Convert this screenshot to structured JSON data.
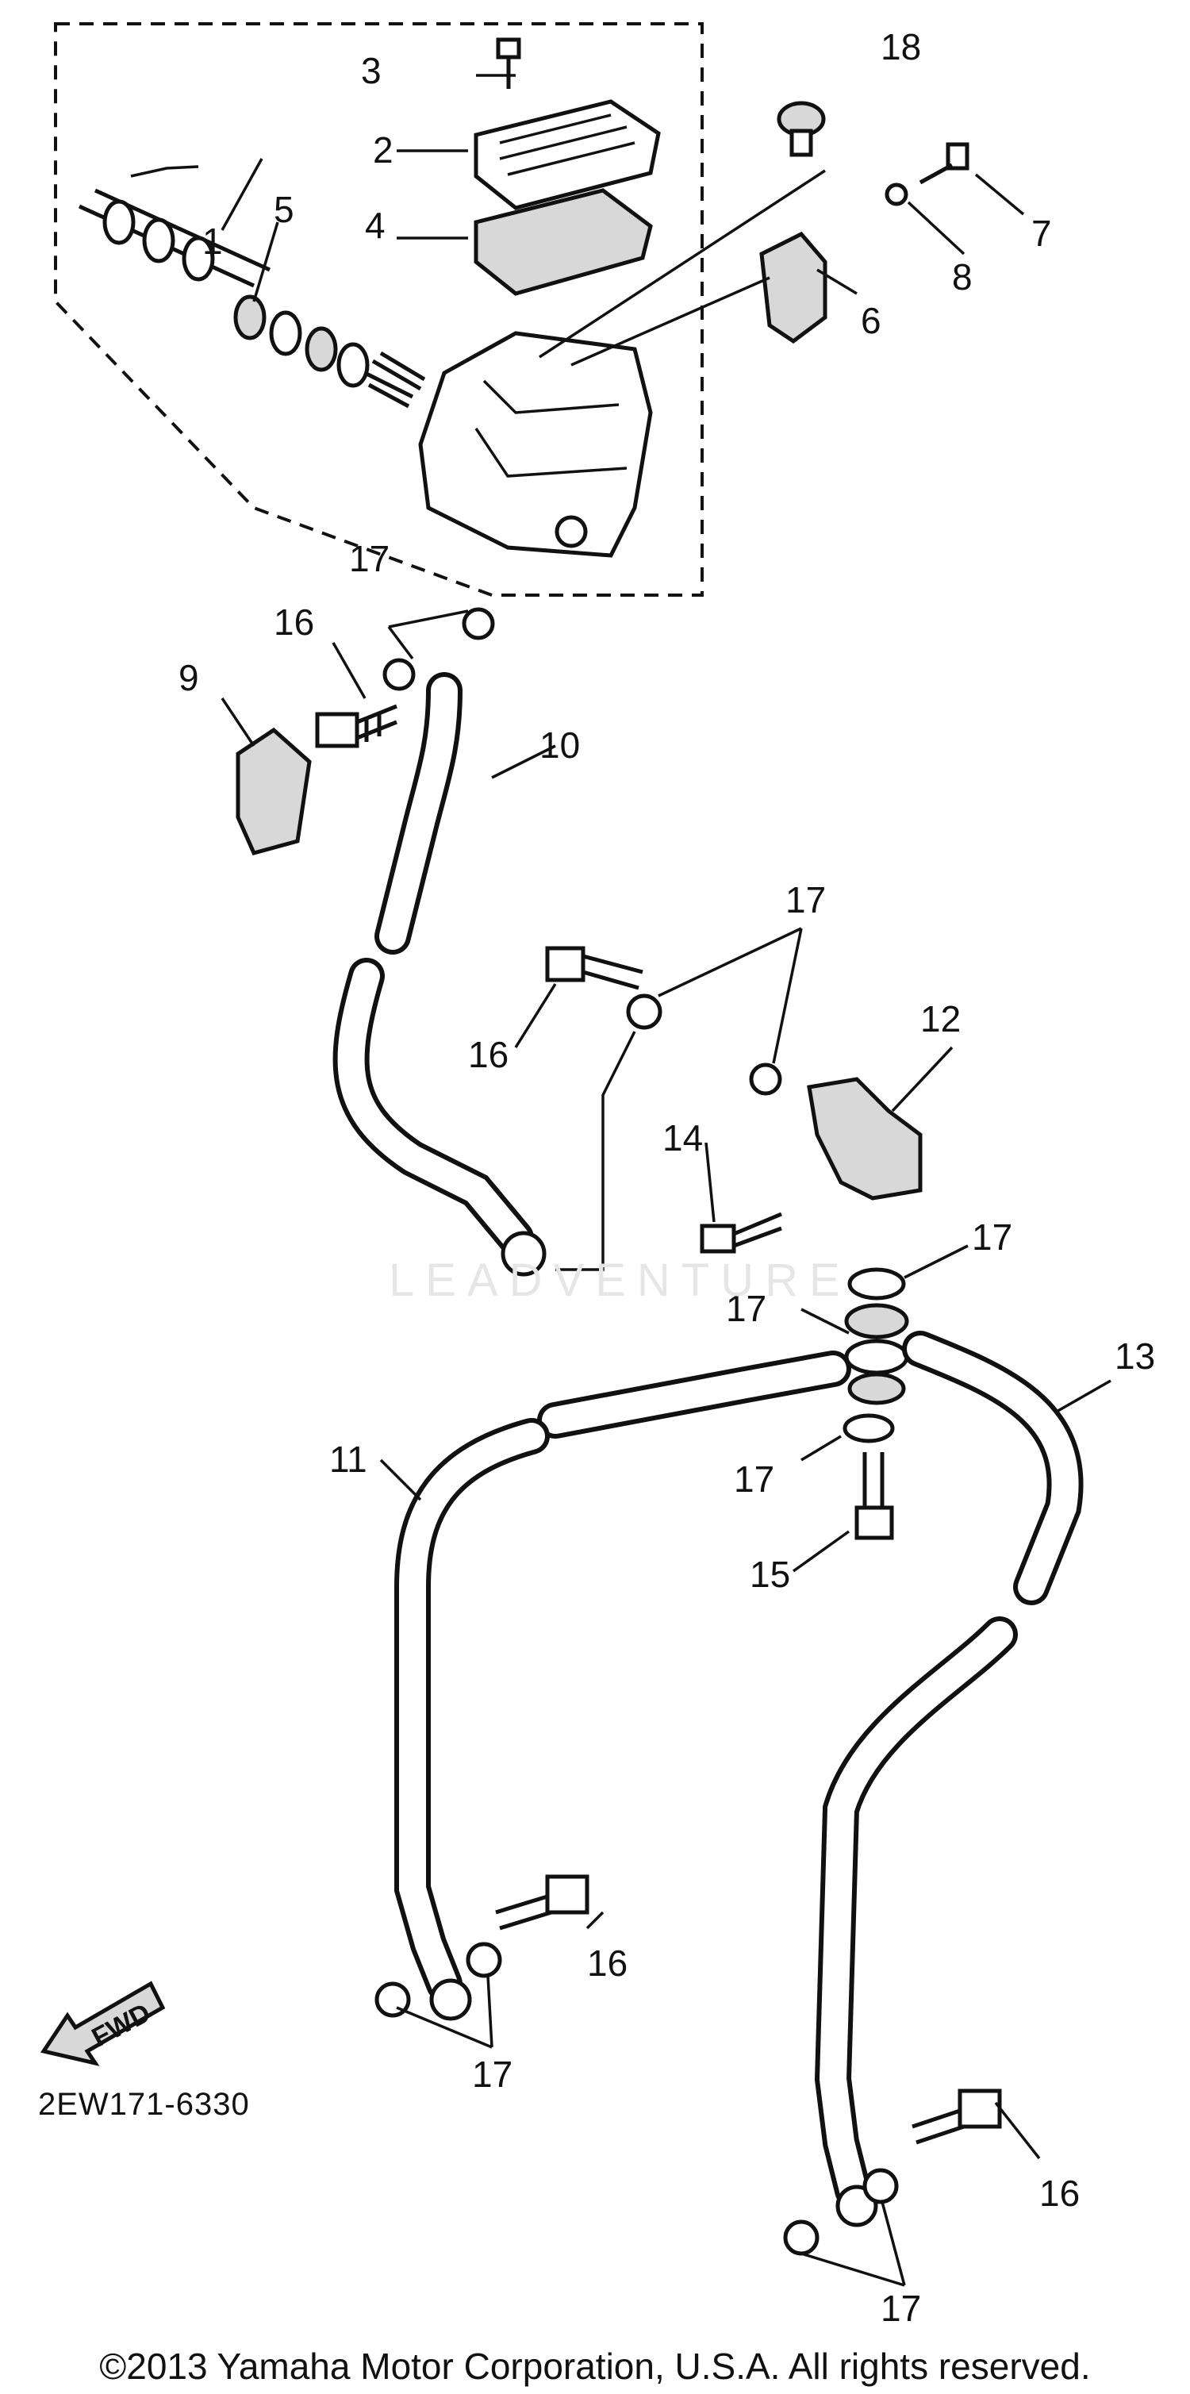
{
  "diagram": {
    "callouts": [
      "1",
      "2",
      "3",
      "4",
      "5",
      "6",
      "7",
      "8",
      "9",
      "10",
      "11",
      "12",
      "13",
      "14",
      "15",
      "16",
      "17",
      "18"
    ],
    "direction_tag": "FWD",
    "diagram_code": "2EW171-6330",
    "watermark": "LEADVENTURE",
    "copyright": "©2013 Yamaha Motor Corporation, U.S.A. All rights reserved."
  }
}
